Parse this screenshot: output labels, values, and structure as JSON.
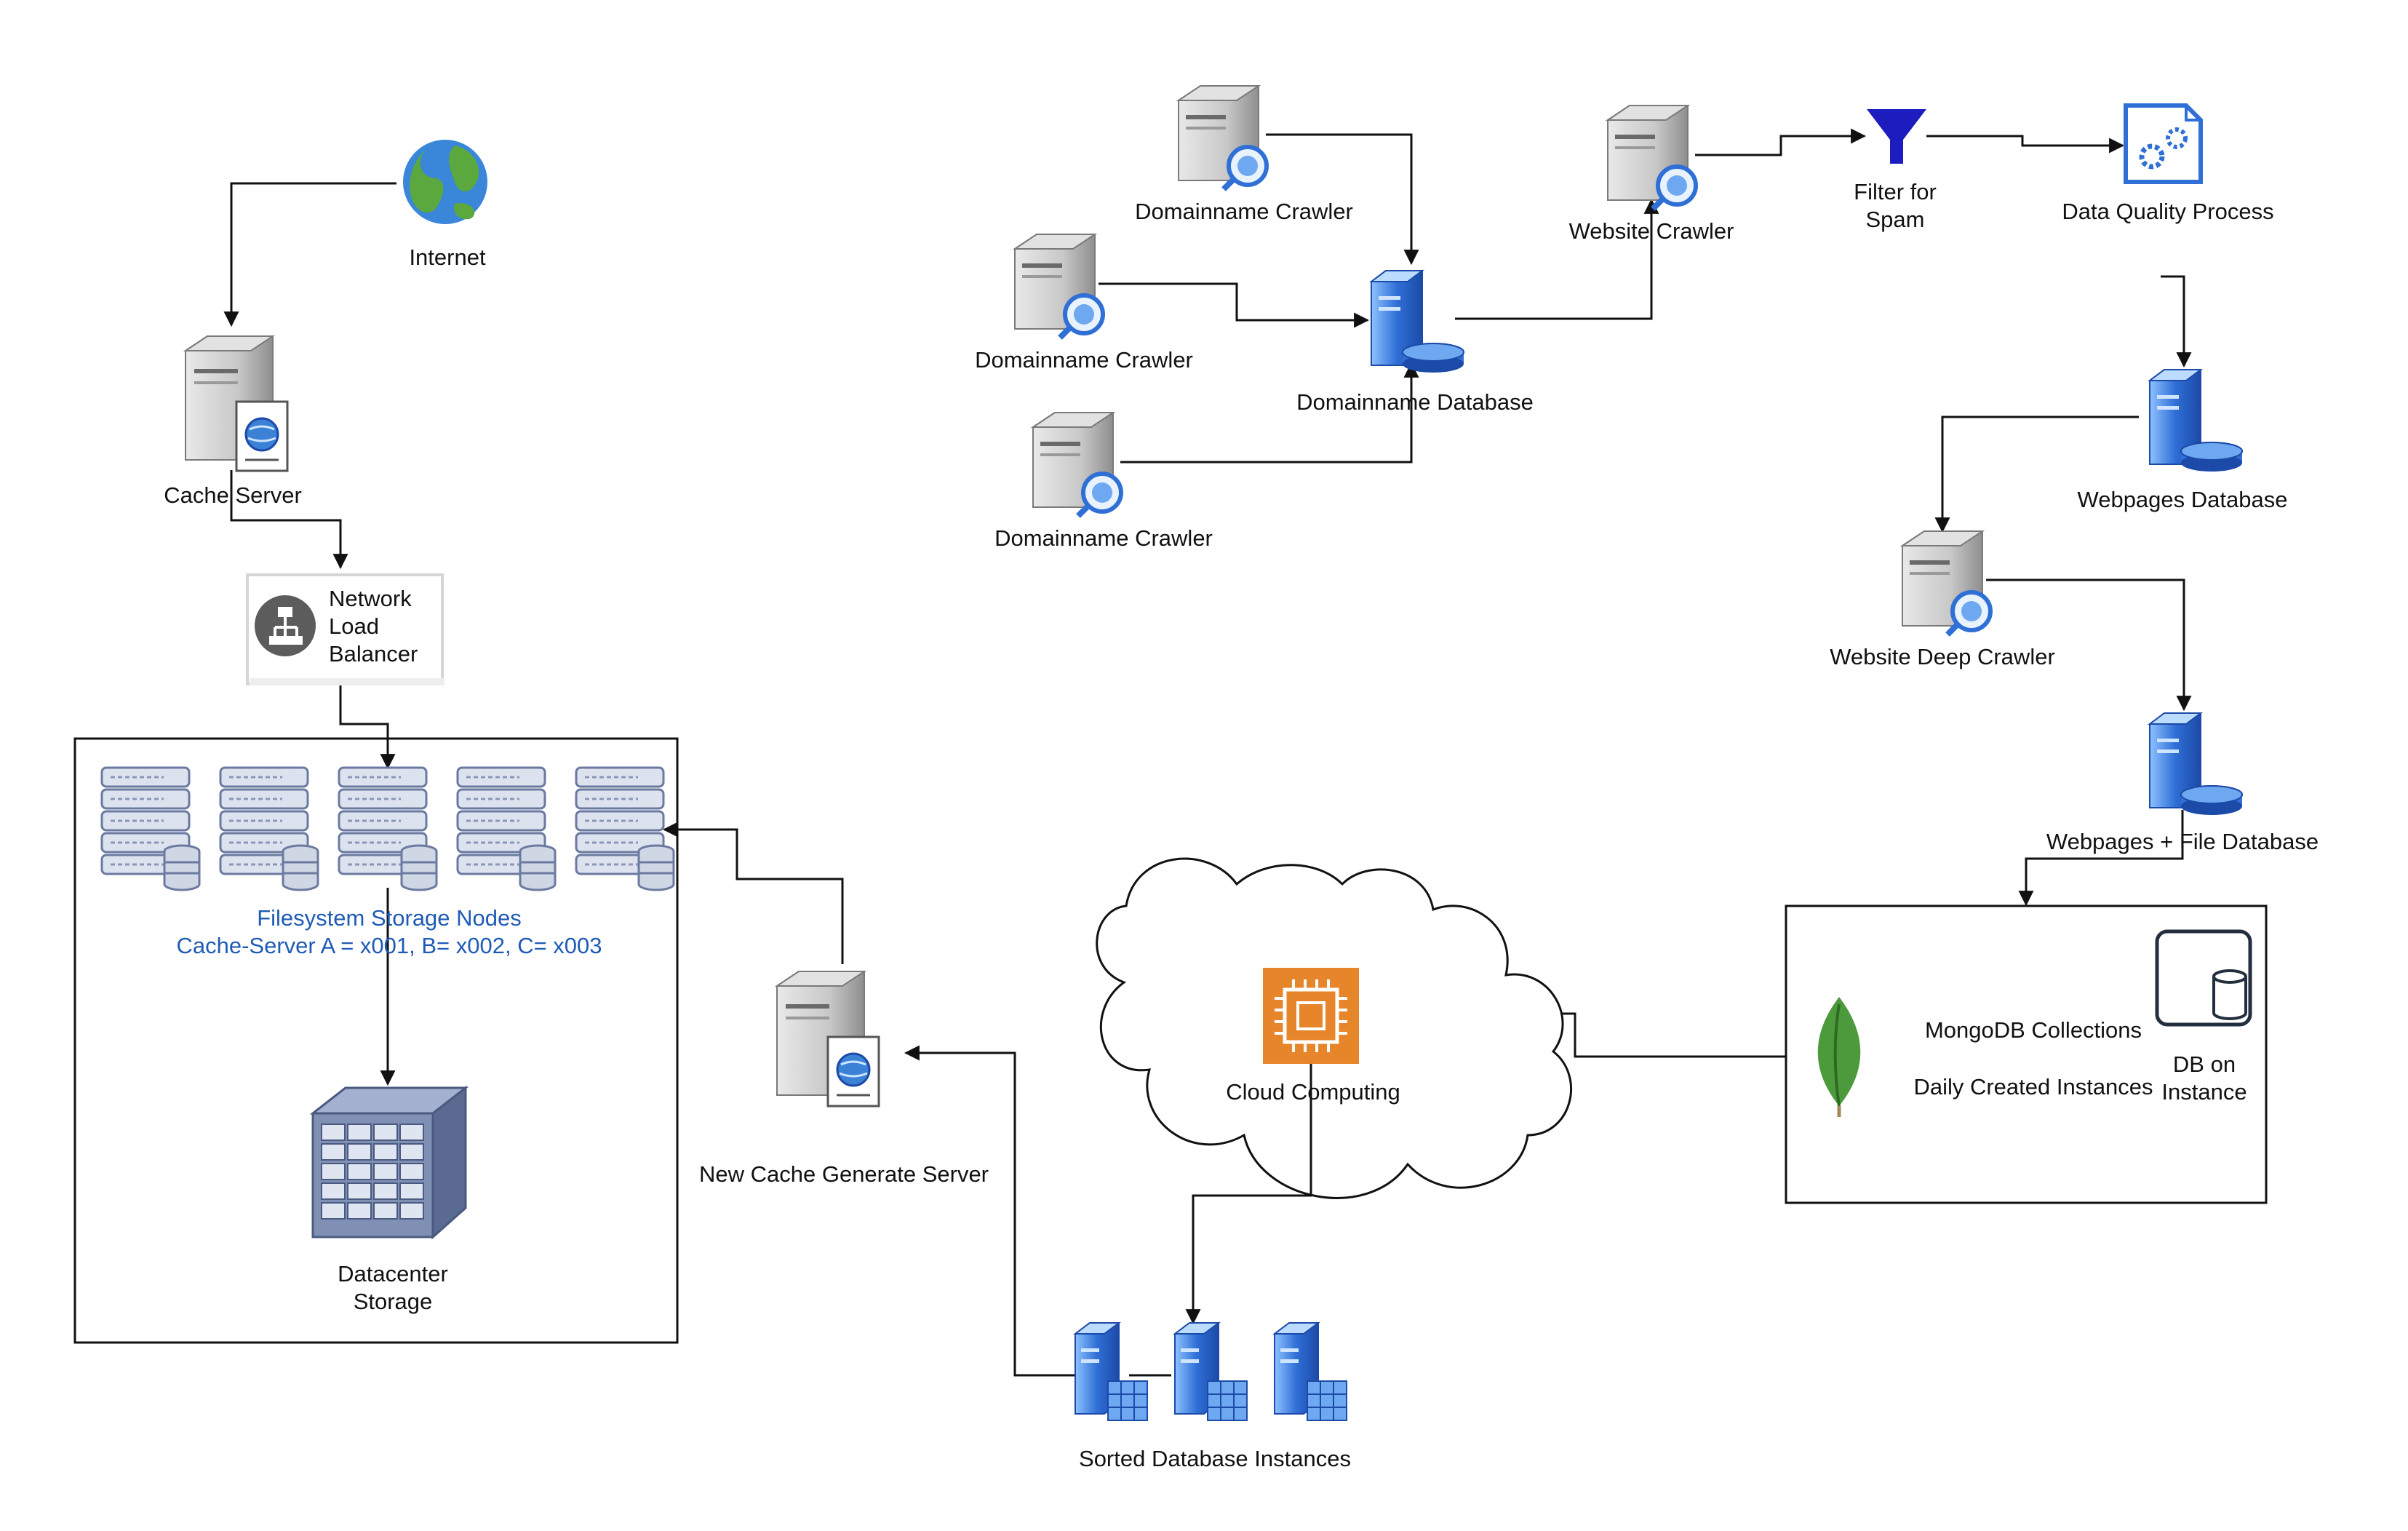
{
  "colors": {
    "edge": "#111111",
    "blue_label": "#1f5bb5",
    "server_gray": "#c7c7c7",
    "db_blue": "#2f6fd6",
    "aws_orange": "#e7852a",
    "mongo_green": "#4c9a3c",
    "filter_blue": "#1c1cbf",
    "storage_slate": "#5d6e94"
  },
  "labels": {
    "internet": "Internet",
    "cache_server": "Cache Server",
    "network_lb": "Network\nLoad\nBalancer",
    "fs_nodes_line1": "Filesystem Storage Nodes",
    "fs_nodes_line2": "Cache-Server A = x001, B= x002, C= x003",
    "datacenter": "Datacenter\nStorage",
    "new_cache_server": "New Cache Generate Server",
    "sorted_db": "Sorted Database Instances",
    "cloud_computing": "Cloud Computing",
    "mongo_collections": "MongoDB Collections",
    "daily_instances": "Daily Created Instances",
    "db_on_instance": "DB on\nInstance",
    "domain_crawler_1": "Domainname Crawler",
    "domain_crawler_2": "Domainname Crawler",
    "domain_crawler_3": "Domainname Crawler",
    "domain_db": "Domainname Database",
    "website_crawler": "Website Crawler",
    "filter_spam": "Filter for\nSpam",
    "data_quality": "Data Quality Process",
    "webpages_db": "Webpages Database",
    "deep_crawler": "Website Deep Crawler",
    "webpages_file_db": "Webpages + File Database"
  }
}
